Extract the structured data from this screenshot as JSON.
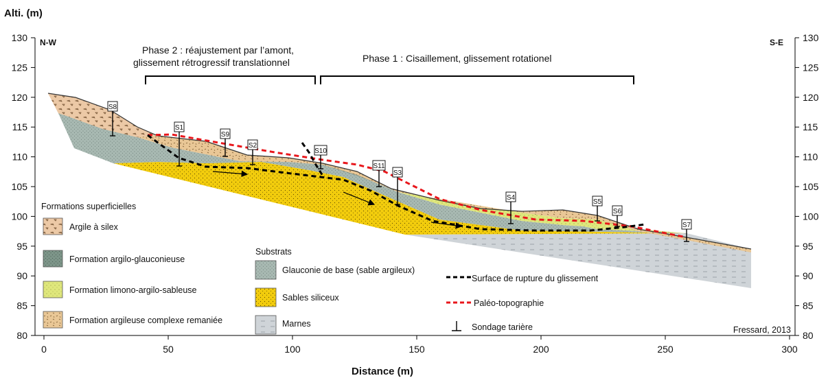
{
  "figure": {
    "y_axis_title": "Alti. (m)",
    "x_axis_title": "Distance (m)",
    "left_direction": "N-W",
    "right_direction": "S-E",
    "x_ticks": [
      "0",
      "50",
      "100",
      "150",
      "200",
      "250",
      "300"
    ],
    "y_ticks": [
      "80",
      "85",
      "90",
      "95",
      "100",
      "105",
      "110",
      "115",
      "120",
      "125",
      "130"
    ],
    "phase2_line1": "Phase 2 : réajustement par l’amont,",
    "phase2_line2": "glissement rétrogressif translationnel",
    "phase1": "Phase 1 : Cisaillement, glissement rotationel",
    "credit": "Fressard, 2013",
    "boreholes": [
      "S8",
      "S1",
      "S9",
      "S2",
      "S10",
      "S11",
      "S3",
      "S4",
      "S5",
      "S6",
      "S7"
    ]
  },
  "legend": {
    "superficial_title": "Formations superficielles",
    "superficial": [
      {
        "label": "Argile à silex",
        "color": "#ecc9a6"
      },
      {
        "label": "Formation argilo-glauconieuse",
        "color": "#6f8a7d"
      },
      {
        "label": "Formation limono-argilo-sableuse",
        "color": "#dfe77c"
      },
      {
        "label": "Formation argileuse complexe remaniée",
        "color": "#e9c796"
      }
    ],
    "substrate_title": "Substrats",
    "substrates": [
      {
        "label": "Glauconie de base (sable argileux)",
        "color": "#a8b9b2"
      },
      {
        "label": "Sables siliceux",
        "color": "#f2cc0d"
      },
      {
        "label": "Marnes",
        "color": "#cfd4d8"
      }
    ],
    "lines": [
      {
        "label": "Surface de rupture du glissement",
        "color": "#000000"
      },
      {
        "label": "Paléo-topographie",
        "color": "#e8161b"
      },
      {
        "label": "Sondage tarière",
        "color": "#000000"
      }
    ]
  }
}
